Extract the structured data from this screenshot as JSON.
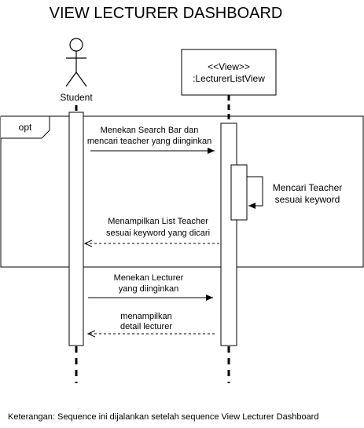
{
  "title": "VIEW LECTURER DASHBOARD",
  "actor": {
    "label": "Student"
  },
  "lifeline_box": {
    "stereotype": "<<View>>",
    "name": ":LecturerListView"
  },
  "fragment": {
    "label": "opt"
  },
  "messages": {
    "m1": {
      "line1": "Menekan Search Bar dan",
      "line2": "mencari teacher yang diinginkan"
    },
    "m2": {
      "line1": "Mencari Teacher",
      "line2": "sesuai keyword"
    },
    "m3": {
      "line1": "Menampilkan List Teacher",
      "line2": "sesuai keyword yang dicari"
    },
    "m4": {
      "line1": "Menekan Lecturer",
      "line2": "yang diinginkan"
    },
    "m5": {
      "line1": "menampilkan",
      "line2": "detail lecturer"
    }
  },
  "footer_note": "Keterangan: Sequence ini dijalankan setelah sequence View Lecturer Dashboard"
}
